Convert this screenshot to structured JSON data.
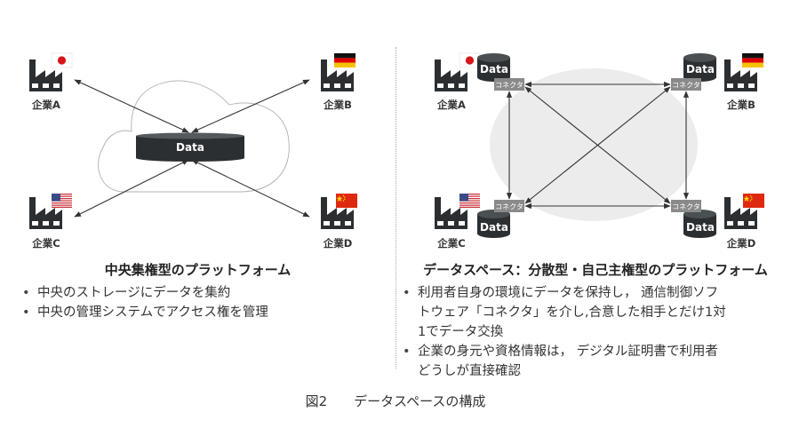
{
  "left_panel": {
    "title": "中央集権型のプラットフォーム",
    "bullets": [
      "中央のストレージにデータを集約",
      "中央の管理システムでアクセス権を管理"
    ],
    "data_label": "Data",
    "companies": [
      {
        "label": "企業A",
        "flag": "japan-flag-icon"
      },
      {
        "label": "企業B",
        "flag": "germany-flag-icon"
      },
      {
        "label": "企業C",
        "flag": "usa-flag-icon"
      },
      {
        "label": "企業D",
        "flag": "china-flag-icon"
      }
    ]
  },
  "right_panel": {
    "title": "データスペース：分散型・自己主権型のプラットフォーム",
    "bullets": [
      "利用者自身の環境にデータを保持し， 通信制御ソフトウェア「コネクタ」を介し,合意した相手とだけ1対1でデータ交換",
      "企業の身元や資格情報は， デジタル証明書で利用者どうしが直接確認"
    ],
    "data_label": "Data",
    "connector_label": "コネクタ",
    "companies": [
      {
        "label": "企業A",
        "flag": "japan-flag-icon"
      },
      {
        "label": "企業B",
        "flag": "germany-flag-icon"
      },
      {
        "label": "企業C",
        "flag": "usa-flag-icon"
      },
      {
        "label": "企業D",
        "flag": "china-flag-icon"
      }
    ]
  },
  "caption": "図2　　データスペースの構成",
  "colors": {
    "dark": "#2b2f31",
    "connector": "#8a8a8a",
    "ellipse": "#ececec",
    "cloud_stroke": "#b0b0b0",
    "arrow": "#333333"
  }
}
